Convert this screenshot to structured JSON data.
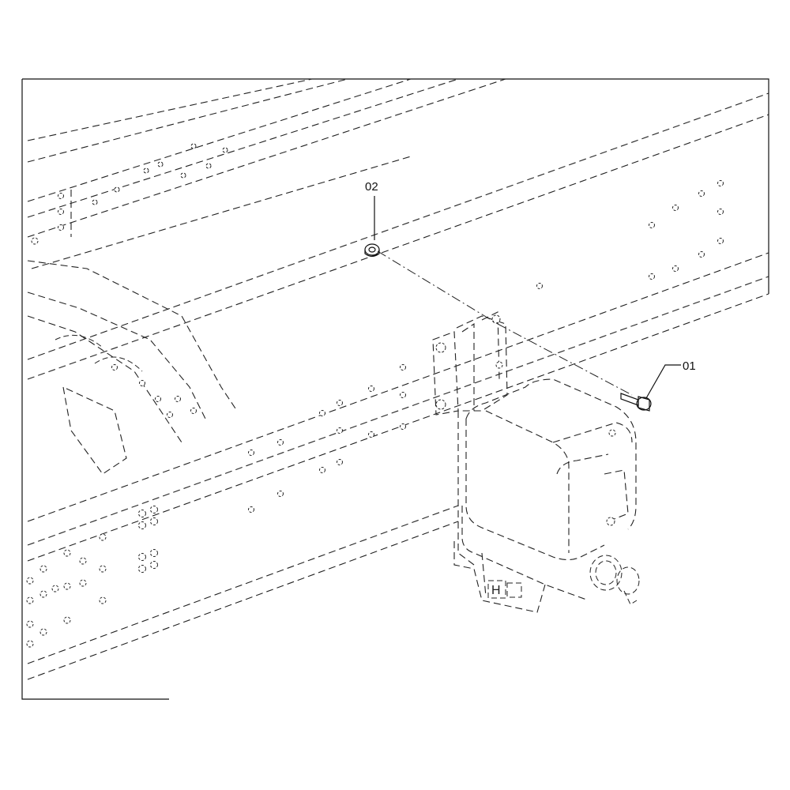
{
  "callouts": [
    {
      "id": "01",
      "label": "01"
    },
    {
      "id": "02",
      "label": "02"
    }
  ],
  "tank_marking": "H",
  "colors": {
    "line": "#222222",
    "background": "#ffffff"
  }
}
